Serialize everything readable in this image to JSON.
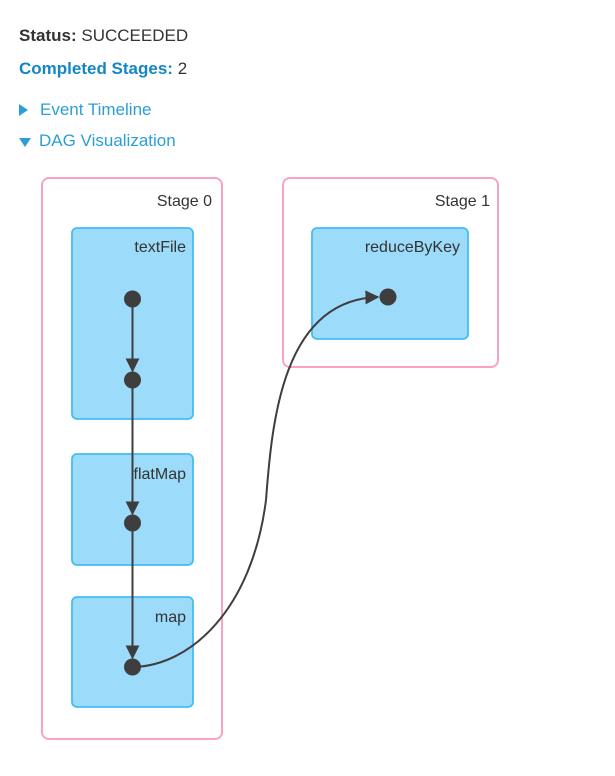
{
  "header": {
    "status_label": "Status:",
    "status_value": "SUCCEEDED",
    "completed_stages_label": "Completed Stages:",
    "completed_stages_value": "2"
  },
  "toggles": {
    "event_timeline": {
      "label": "Event Timeline",
      "icon": "caret-right-icon",
      "expanded": false
    },
    "dag_visualization": {
      "label": "DAG Visualization",
      "icon": "caret-down-icon",
      "expanded": true
    }
  },
  "dag": {
    "stages": [
      {
        "label": "Stage 0",
        "operations": [
          {
            "name": "textFile",
            "rdd_dots": 2
          },
          {
            "name": "flatMap",
            "rdd_dots": 1
          },
          {
            "name": "map",
            "rdd_dots": 1
          }
        ]
      },
      {
        "label": "Stage 1",
        "operations": [
          {
            "name": "reduceByKey",
            "rdd_dots": 1
          }
        ]
      }
    ],
    "edges": [
      "textFile.rdd0 -> textFile.rdd1",
      "textFile.rdd1 -> flatMap.rdd0",
      "flatMap.rdd0 -> map.rdd0",
      "map.rdd0 -> reduceByKey.rdd0"
    ]
  },
  "colors": {
    "text_dark": "#333333",
    "link_blue": "#2c9ed6",
    "completed_label_blue": "#1486c6",
    "stage_border_pink": "#f9a4bc",
    "operation_fill_blue": "#9cdbfa",
    "operation_border_blue": "#43bdf2",
    "edge_and_dot_gray": "#3e3e3e"
  }
}
